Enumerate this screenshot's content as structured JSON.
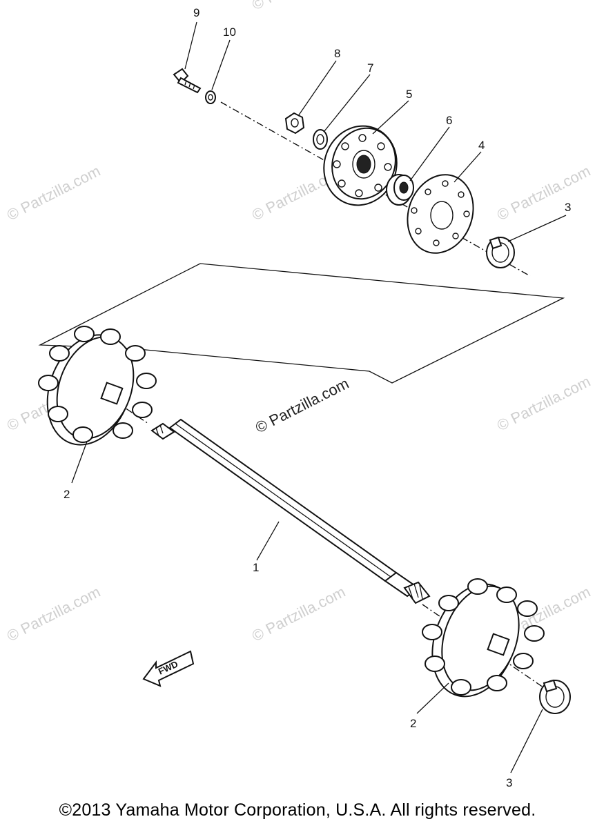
{
  "diagram": {
    "callouts": [
      "9",
      "10",
      "8",
      "7",
      "5",
      "6",
      "4",
      "3",
      "2",
      "1",
      "2",
      "3"
    ],
    "fwd_label": "FWD",
    "watermark": "© Partzilla.com",
    "watermark_center": "© Partzilla.com"
  },
  "footer": {
    "copyright": "©2013 Yamaha Motor Corporation, U.S.A. All rights reserved."
  }
}
